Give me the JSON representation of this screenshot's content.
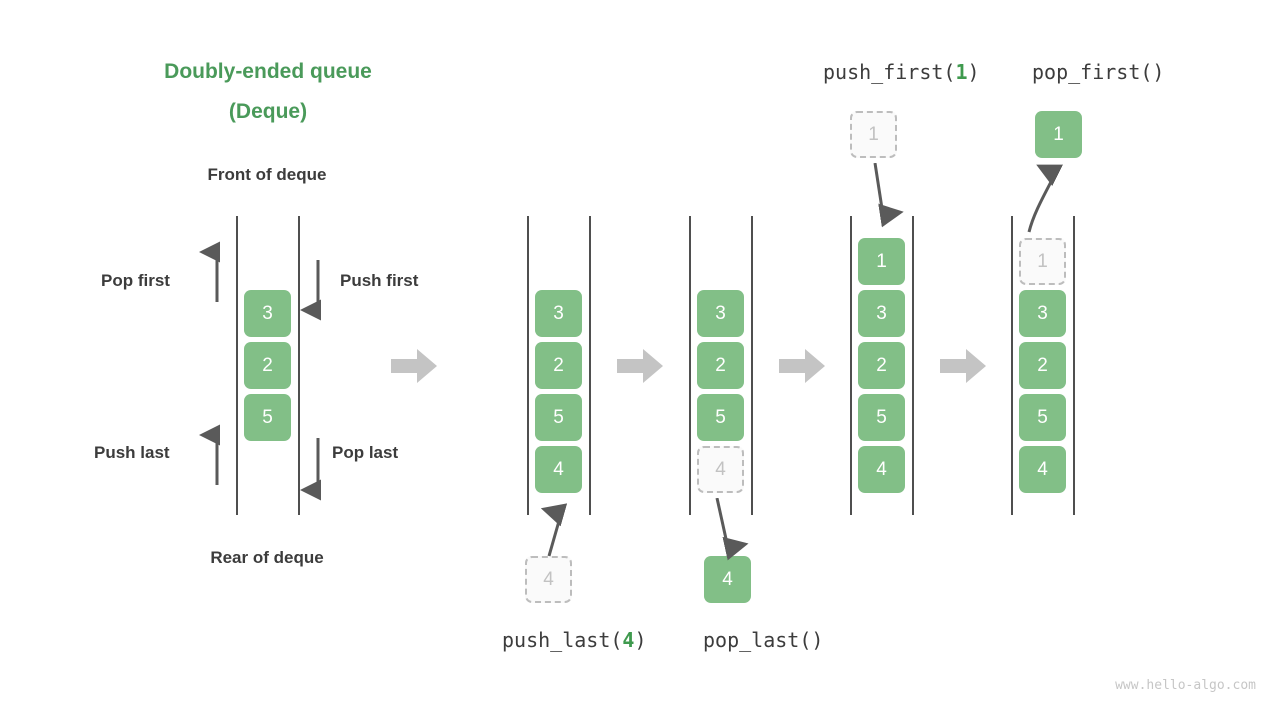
{
  "title": {
    "line1": "Doubly-ended queue",
    "line2": "(Deque)",
    "color": "#4a9a5a"
  },
  "labels": {
    "front": "Front of deque",
    "rear": "Rear of deque",
    "pop_first": "Pop first",
    "push_first": "Push first",
    "push_last": "Push last",
    "pop_last": "Pop last"
  },
  "operations": {
    "push_first": {
      "name": "push_first(",
      "arg": "1",
      "close": ")"
    },
    "pop_first": {
      "name": "pop_first()",
      "arg": "",
      "close": ""
    },
    "push_last": {
      "name": "push_last(",
      "arg": "4",
      "close": ")"
    },
    "pop_last": {
      "name": "pop_last()",
      "arg": "",
      "close": ""
    }
  },
  "legend_deque": {
    "items": [
      "3",
      "2",
      "5"
    ]
  },
  "stages": [
    {
      "id": "stage-1",
      "items": [
        "3",
        "2",
        "5",
        "4"
      ],
      "ghost_index": -1,
      "detached": {
        "value": "4",
        "style": "ghost",
        "position": "bottom"
      }
    },
    {
      "id": "stage-2",
      "items": [
        "3",
        "2",
        "5",
        "4"
      ],
      "ghost_index": 3,
      "detached": {
        "value": "4",
        "style": "filled",
        "position": "bottom"
      }
    },
    {
      "id": "stage-3",
      "items": [
        "1",
        "3",
        "2",
        "5",
        "4"
      ],
      "ghost_index": -1,
      "detached": {
        "value": "1",
        "style": "ghost",
        "position": "top"
      }
    },
    {
      "id": "stage-4",
      "items": [
        "1",
        "3",
        "2",
        "5",
        "4"
      ],
      "ghost_index": 0,
      "detached": {
        "value": "1",
        "style": "filled",
        "position": "top"
      }
    }
  ],
  "colors": {
    "box_fill": "#82bf87",
    "box_text": "#ffffff",
    "ghost_fill": "#fafafa",
    "ghost_border": "#bdbdbd",
    "ghost_text": "#c2c2c2",
    "rail": "#4f4f4f",
    "flow_arrow": "#c4c4c4",
    "thin_arrow": "#5a5a5a",
    "accent_green": "#3f9a4e",
    "text_dark": "#3c3c3c"
  },
  "watermark": "www.hello-algo.com"
}
